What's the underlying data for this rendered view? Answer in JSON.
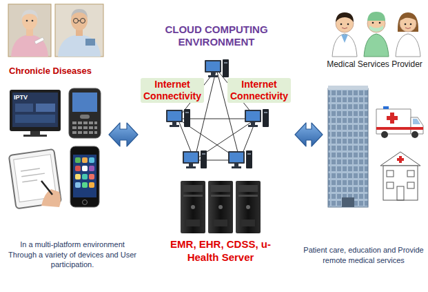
{
  "diagram": {
    "nodes": [
      {
        "text": [
          "Chronicle Diseases"
        ]
      },
      {
        "text": [
          "CLOUD COMPUTING ENVIRONMENT"
        ]
      },
      {
        "text": [
          "Medical Services Provider"
        ]
      },
      {
        "text": [
          "In a multi-platform environment Through a variety of devices and User participation."
        ]
      },
      {
        "text": [
          "Patient care, education and Provide remote medical services"
        ]
      }
    ],
    "edges": [
      {
        "from": 0,
        "to": 1,
        "arrow": "both",
        "label": "Internet Connectivity"
      },
      {
        "from": 1,
        "to": 2,
        "arrow": "both",
        "label": "Internet Connectivity"
      }
    ],
    "labels": [
      "IPTV",
      "EMR, EHR, CDSS, u-Health Server"
    ]
  }
}
